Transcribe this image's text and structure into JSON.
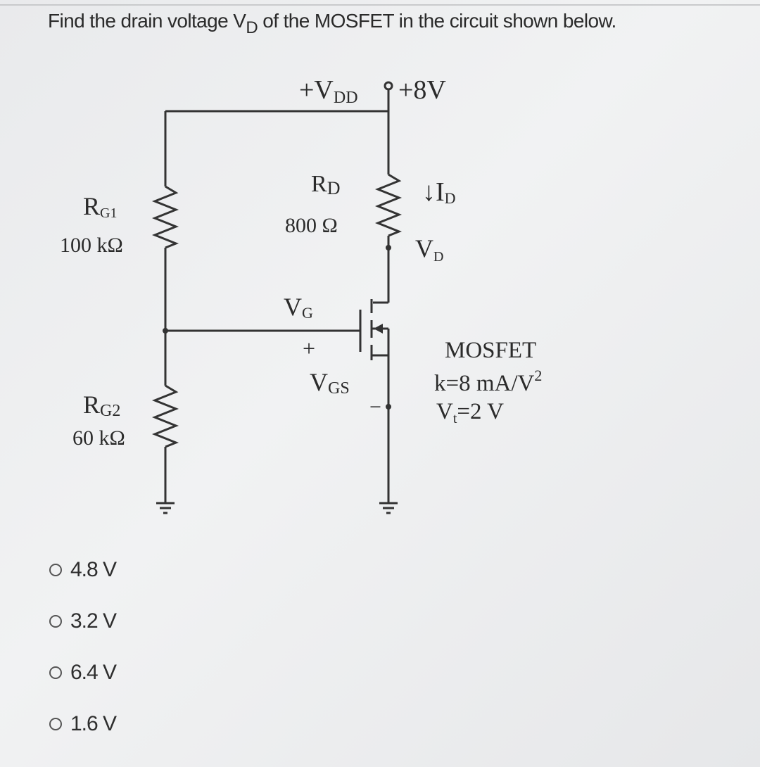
{
  "question": {
    "prefix": "Find the drain voltage V",
    "subscript": "D",
    "suffix": " of the MOSFET in the circuit shown below."
  },
  "circuit": {
    "supply_label": "+V",
    "supply_sub": "DD",
    "supply_value": "+8V",
    "rg1_label": "R",
    "rg1_sub": "G1",
    "rg1_value": "100 kΩ",
    "rg2_label": "R",
    "rg2_sub": "G2",
    "rg2_value": "60 kΩ",
    "rd_label": "R",
    "rd_sub": "D",
    "rd_value": "800 Ω",
    "id_arrow": "↓",
    "id_label": "I",
    "id_sub": "D",
    "vd_label": "V",
    "vd_sub": "D",
    "vg_label": "V",
    "vg_sub": "G",
    "plus": "+",
    "minus": "−",
    "vgs_label": "V",
    "vgs_sub": "GS",
    "mosfet_title": "MOSFET",
    "mosfet_k": "k=8 mA/V",
    "mosfet_k_sup": "2",
    "mosfet_vt_label": "V",
    "mosfet_vt_sub": "t",
    "mosfet_vt_value": "=2 V"
  },
  "options": [
    {
      "label": "4.8 V"
    },
    {
      "label": "3.2 V"
    },
    {
      "label": "6.4 V"
    },
    {
      "label": "1.6 V"
    }
  ]
}
